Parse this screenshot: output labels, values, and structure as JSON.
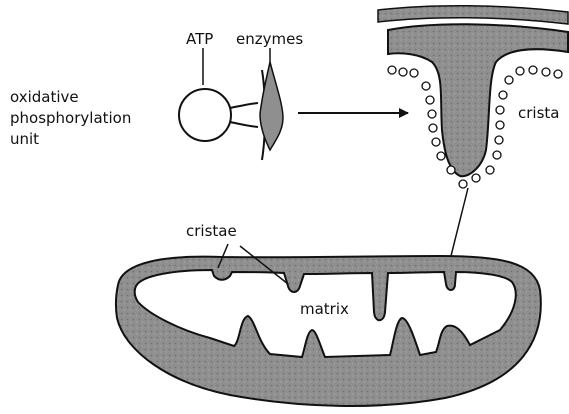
{
  "labels": {
    "atp": "ATP",
    "enzymes": "enzymes",
    "unit_line1": "oxidative",
    "unit_line2": "phosphorylation",
    "unit_line3": "unit",
    "crista": "crista",
    "cristae": "cristae",
    "matrix": "matrix"
  },
  "colors": {
    "stroke": "#111111",
    "membrane_gray": "#8f8f8f",
    "matrix_fill": "#ffffff",
    "background": "#ffffff"
  }
}
